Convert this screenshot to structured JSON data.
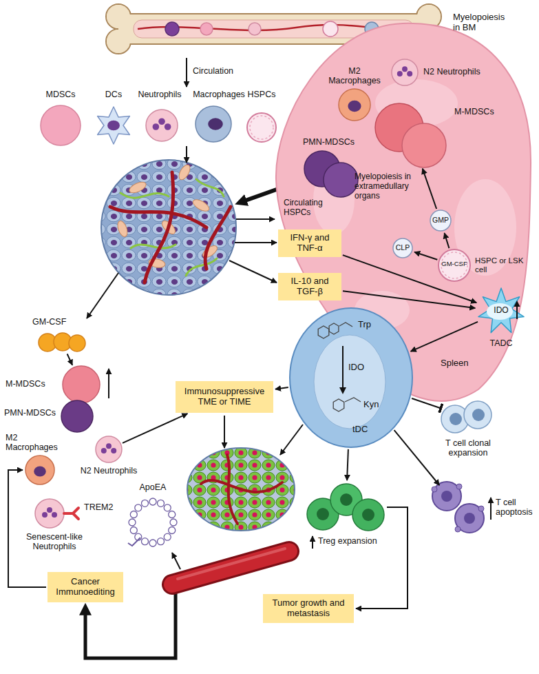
{
  "diagram": {
    "nodes": [
      {
        "text": [
          "Myelopoiesis in BM"
        ]
      },
      {
        "text": [
          "MDSCs"
        ]
      },
      {
        "text": [
          "DCs"
        ]
      },
      {
        "text": [
          "Neutrophils"
        ]
      },
      {
        "text": [
          "Macrophages"
        ]
      },
      {
        "text": [
          "HSPCs"
        ]
      },
      {
        "text": [
          "Myelopoiesis in extramedullary organs",
          "Spleen"
        ]
      },
      {
        "text": [
          "M2 Macrophages"
        ],
        "in": 6
      },
      {
        "text": [
          "N2 Neutrophils"
        ],
        "in": 6
      },
      {
        "text": [
          "M-MDSCs"
        ],
        "in": 6
      },
      {
        "text": [
          "PMN-MDSCs"
        ],
        "in": 6
      },
      {
        "text": [
          "GMP"
        ],
        "in": 6
      },
      {
        "text": [
          "CLP"
        ],
        "in": 6
      },
      {
        "text": [
          "GM-CSF",
          "HSPC or LSK cell"
        ],
        "in": 6
      },
      {
        "text": [
          "IFN-γ and TNF-α"
        ]
      },
      {
        "text": [
          "IL-10 and TGF-β"
        ]
      },
      {
        "text": [
          "IDO",
          "TADC"
        ]
      },
      {
        "text": [
          "Trp",
          "IDO",
          "Kyn",
          "tDC"
        ]
      },
      {
        "text": [
          "GM-CSF"
        ]
      },
      {
        "text": [
          "M-MDSCs"
        ]
      },
      {
        "text": [
          "PMN-MDSCs"
        ]
      },
      {
        "text": [
          "M2 Macrophages"
        ]
      },
      {
        "text": [
          "N2 Neutrophils"
        ]
      },
      {
        "text": [
          "TREM2",
          "Senescent-like Neutrophils"
        ]
      },
      {
        "text": [
          "Immunosuppressive TME or TIME"
        ]
      },
      {
        "text": [
          "ApoEA"
        ]
      },
      {
        "text": [
          "T cell clonal expansion"
        ]
      },
      {
        "text": [
          "T cell apoptosis"
        ]
      },
      {
        "text": [
          "Treg expansion"
        ]
      },
      {
        "text": [
          "Tumor growth and metastasis"
        ]
      },
      {
        "text": [
          "Cancer Immunoediting"
        ]
      }
    ],
    "edges": [
      {
        "from": 13,
        "to": 12,
        "arrow": "to"
      },
      {
        "from": 13,
        "to": 11,
        "arrow": "to"
      },
      {
        "from": 11,
        "to": 9,
        "arrow": "to"
      },
      {
        "from": 14,
        "to": 16,
        "arrow": "to"
      },
      {
        "from": 15,
        "to": 16,
        "arrow": "to"
      },
      {
        "from": 16,
        "to": 17,
        "arrow": "to"
      },
      {
        "from": 17,
        "to": 24,
        "arrow": "to"
      },
      {
        "from": 17,
        "to": 26,
        "arrow": "to"
      },
      {
        "from": 17,
        "to": 27,
        "arrow": "to"
      },
      {
        "from": 17,
        "to": 28,
        "arrow": "to"
      },
      {
        "from": 28,
        "to": 29,
        "arrow": "to"
      },
      {
        "from": 18,
        "to": 19,
        "arrow": "to"
      },
      {
        "from": 22,
        "to": 24,
        "arrow": "to"
      },
      {
        "from": 30,
        "to": 21,
        "arrow": "to"
      }
    ],
    "labels": [
      "Circulation",
      "Circulating HSPCs"
    ]
  }
}
